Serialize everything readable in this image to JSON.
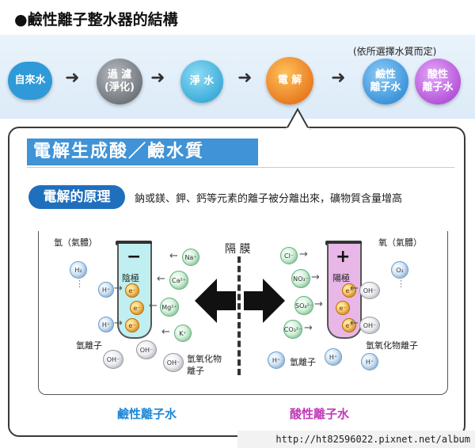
{
  "heading": "●鹼性離子整水器的結構",
  "note": "(依所選擇水質而定)",
  "flow": {
    "tap": "自來水",
    "filter": "過 濾\n(淨化)",
    "clean": "淨 水",
    "electro": "電 解",
    "alkaline": "鹼性\n離子水",
    "acidic": "酸性\n離子水"
  },
  "panel": {
    "title": "電解生成酸／鹼水質",
    "pill": "電解的原理",
    "principle": "鈉或鎂、鉀、鈣等元素的離子被分離出來，礦物質含量增高"
  },
  "diagram": {
    "membrane": "隔 膜",
    "cathode": "陰極",
    "anode": "陽極",
    "hydrogen_gas": "氫（氣體）",
    "oxygen_gas": "氧（氣體）",
    "h2": "H₂",
    "o2": "O₂",
    "hplus": "H⁺",
    "ohminus": "OH⁻",
    "electron": "e⁻",
    "na": "Na⁺",
    "ca": "Ca²⁺",
    "mg": "Mg²⁺",
    "k": "K⁺",
    "cl": "Cl⁻",
    "no3": "NO₃⁻",
    "so4": "SO₄²⁻",
    "co3": "CO₃²⁻",
    "hydrogen_ion": "氫離子",
    "hydroxide_ion": "氫氧化物\n離子",
    "hydroxide_ion_right": "氫氧化物離子",
    "hydrogen_ion_right": "氫離子",
    "minus": "−",
    "plus": "+"
  },
  "labels": {
    "alkaline_water": "鹼性離子水",
    "acidic_water": "酸性離子水"
  },
  "watermark": "http://ht82596022.pixnet.net/album",
  "colors": {
    "tap": "#2e9ad8",
    "filter": "#7a7f86",
    "clean": "#3bb4e0",
    "electro": "#f07a14",
    "alkaline": "#2d8fdc",
    "acidic": "#b545d8"
  }
}
